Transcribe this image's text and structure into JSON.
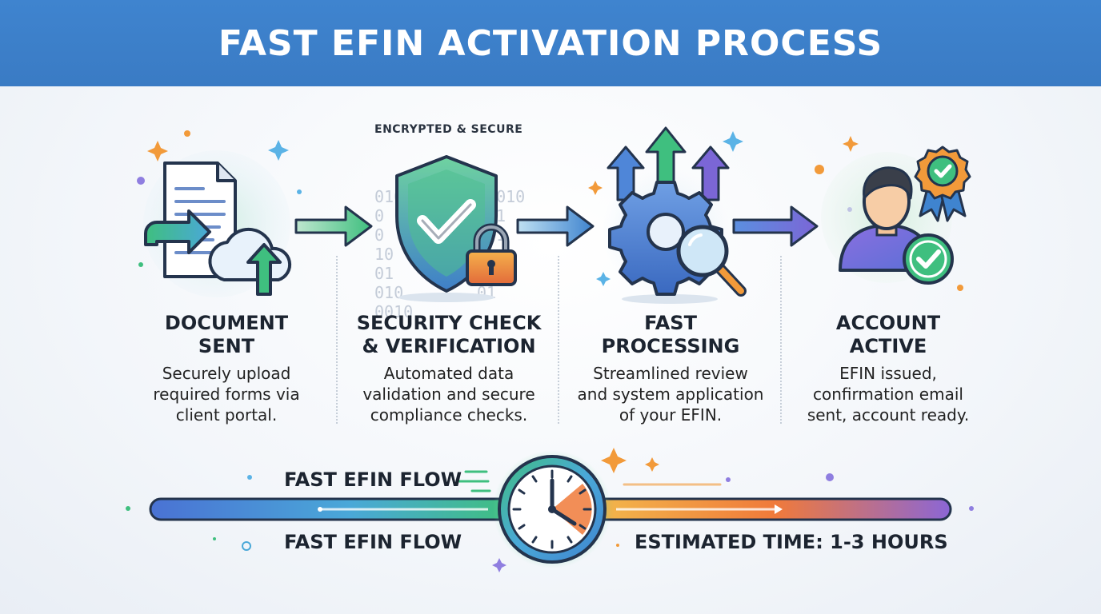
{
  "header": {
    "title": "FAST EFIN ACTIVATION PROCESS"
  },
  "badge": {
    "label": "ENCRYPTED & SECURE"
  },
  "binary_lines_right": [
    "01010",
    "01",
    "01",
    "",
    "1",
    "01"
  ],
  "binary_lines_left": [
    "01010",
    "0",
    "0",
    "10",
    "01",
    "010",
    "0010"
  ],
  "steps": [
    {
      "title_line1": "DOCUMENT",
      "title_line2": "SENT",
      "desc_line1": "Securely upload",
      "desc_line2": "required forms via",
      "desc_line3": "client portal."
    },
    {
      "title_line1": "SECURITY CHECK",
      "title_line2": "& VERIFICATION",
      "desc_line1": "Automated data",
      "desc_line2": "validation and secure",
      "desc_line3": "compliance checks."
    },
    {
      "title_line1": "FAST",
      "title_line2": "PROCESSING",
      "desc_line1": "Streamlined review",
      "desc_line2": "and system application",
      "desc_line3": "of your EFIN."
    },
    {
      "title_line1": "ACCOUNT",
      "title_line2": "ACTIVE",
      "desc_line1": "EFIN issued,",
      "desc_line2": "confirmation email",
      "desc_line3": "sent, account ready."
    }
  ],
  "timeline": {
    "label_top": "FAST EFIN FLOW",
    "label_bottom": "FAST EFIN FLOW",
    "estimate": "ESTIMATED TIME: 1-3 HOURS"
  },
  "icons": {
    "step1": "document-upload-icon",
    "step2": "shield-lock-icon",
    "step3": "gear-magnifier-icon",
    "step4": "user-check-icon",
    "clock": "clock-icon"
  },
  "colors": {
    "header_bg": "#3f84cf",
    "green": "#3fbf7f",
    "blue": "#3f84cf",
    "purple": "#7b66d6",
    "orange": "#f29a3a"
  }
}
